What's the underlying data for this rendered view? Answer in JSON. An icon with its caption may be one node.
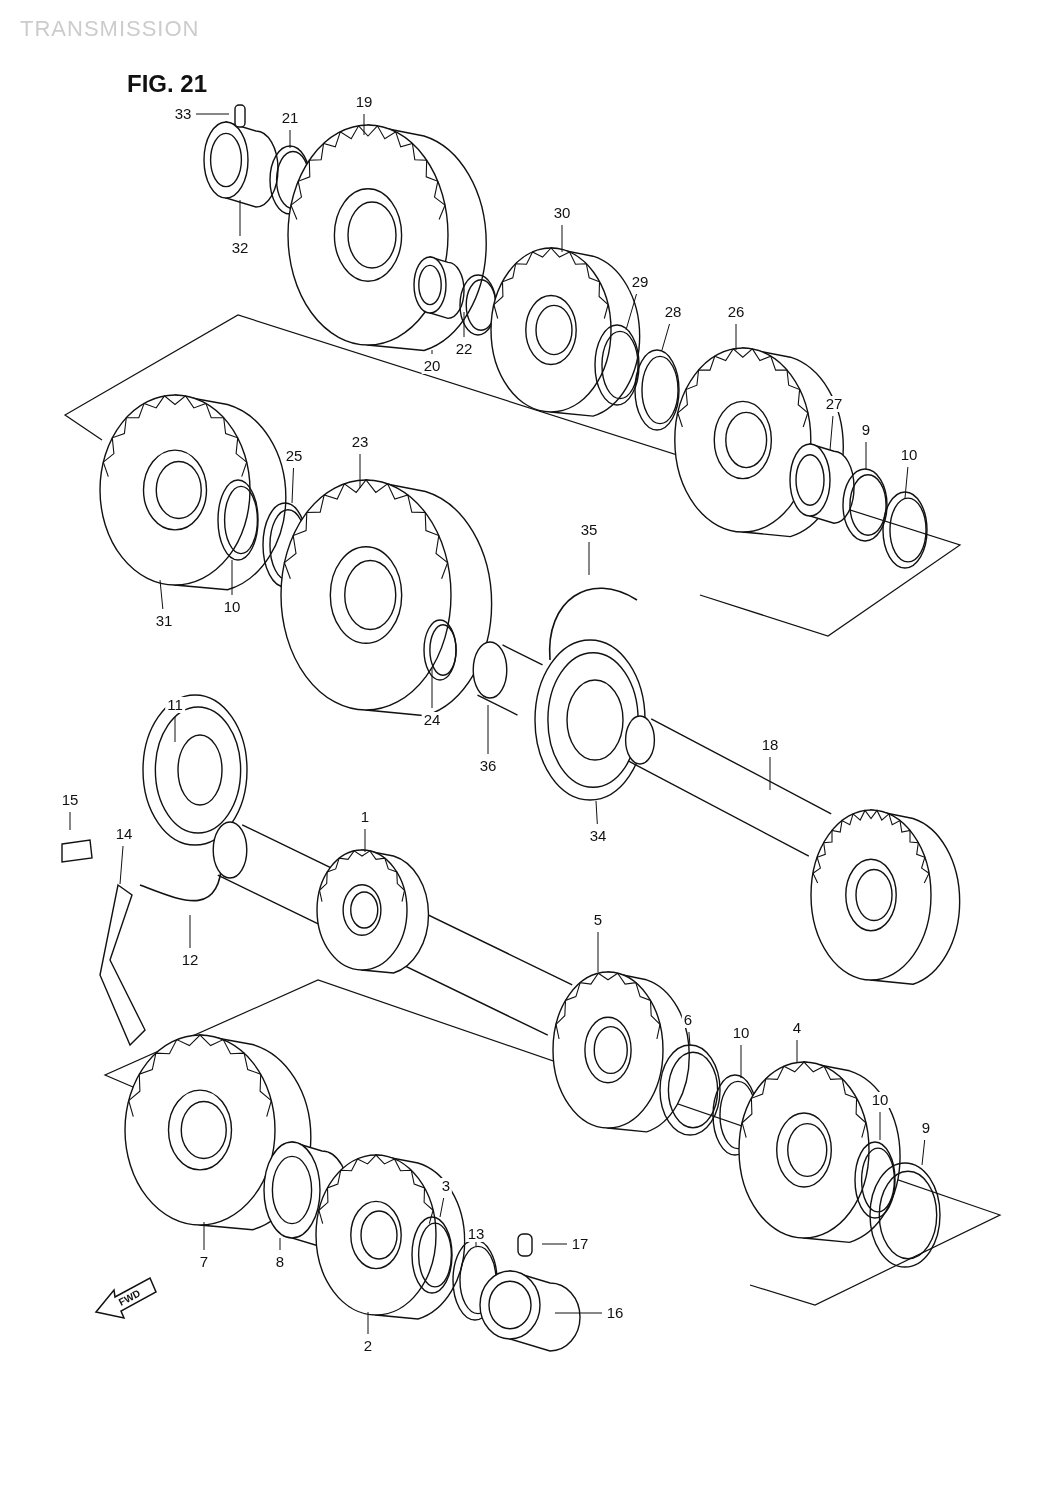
{
  "diagram": {
    "title": "TRANSMISSION",
    "nodes": [
      {
        "text": [
          "33"
        ]
      },
      {
        "text": [
          "21"
        ]
      },
      {
        "text": [
          "19"
        ]
      },
      {
        "text": [
          "32"
        ]
      },
      {
        "text": [
          "30"
        ]
      },
      {
        "text": [
          "20"
        ]
      },
      {
        "text": [
          "22"
        ]
      },
      {
        "text": [
          "29"
        ]
      },
      {
        "text": [
          "28"
        ]
      },
      {
        "text": [
          "26"
        ]
      },
      {
        "text": [
          "27"
        ]
      },
      {
        "text": [
          "9"
        ]
      },
      {
        "text": [
          "10"
        ]
      },
      {
        "text": [
          "25"
        ]
      },
      {
        "text": [
          "23"
        ]
      },
      {
        "text": [
          "31"
        ]
      },
      {
        "text": [
          "10"
        ]
      },
      {
        "text": [
          "35"
        ]
      },
      {
        "text": [
          "24"
        ]
      },
      {
        "text": [
          "36"
        ]
      },
      {
        "text": [
          "11"
        ]
      },
      {
        "text": [
          "18"
        ]
      },
      {
        "text": [
          "34"
        ]
      },
      {
        "text": [
          "15"
        ]
      },
      {
        "text": [
          "14"
        ]
      },
      {
        "text": [
          "1"
        ]
      },
      {
        "text": [
          "12"
        ]
      },
      {
        "text": [
          "5"
        ]
      },
      {
        "text": [
          "6"
        ]
      },
      {
        "text": [
          "10"
        ]
      },
      {
        "text": [
          "4"
        ]
      },
      {
        "text": [
          "10"
        ]
      },
      {
        "text": [
          "9"
        ]
      },
      {
        "text": [
          "3"
        ]
      },
      {
        "text": [
          "13"
        ]
      },
      {
        "text": [
          "17"
        ]
      },
      {
        "text": [
          "7"
        ]
      },
      {
        "text": [
          "8"
        ]
      },
      {
        "text": [
          "16"
        ]
      },
      {
        "text": [
          "2"
        ]
      }
    ],
    "edges": [
      {
        "from": 0,
        "to": null,
        "arrow": "none"
      },
      {
        "from": 1,
        "to": null,
        "arrow": "none"
      },
      {
        "from": 2,
        "to": null,
        "arrow": "none"
      },
      {
        "from": 3,
        "to": null,
        "arrow": "none"
      },
      {
        "from": 4,
        "to": null,
        "arrow": "none"
      },
      {
        "from": 5,
        "to": null,
        "arrow": "none"
      },
      {
        "from": 6,
        "to": null,
        "arrow": "none"
      },
      {
        "from": 7,
        "to": null,
        "arrow": "none"
      },
      {
        "from": 8,
        "to": null,
        "arrow": "none"
      },
      {
        "from": 9,
        "to": null,
        "arrow": "none"
      },
      {
        "from": 10,
        "to": null,
        "arrow": "none"
      },
      {
        "from": 11,
        "to": null,
        "arrow": "none"
      },
      {
        "from": 12,
        "to": null,
        "arrow": "none"
      },
      {
        "from": 13,
        "to": null,
        "arrow": "none"
      },
      {
        "from": 14,
        "to": null,
        "arrow": "none"
      },
      {
        "from": 15,
        "to": null,
        "arrow": "none"
      },
      {
        "from": 16,
        "to": null,
        "arrow": "none"
      },
      {
        "from": 17,
        "to": null,
        "arrow": "none"
      },
      {
        "from": 18,
        "to": null,
        "arrow": "none"
      },
      {
        "from": 19,
        "to": null,
        "arrow": "none"
      },
      {
        "from": 20,
        "to": null,
        "arrow": "none"
      },
      {
        "from": 21,
        "to": null,
        "arrow": "none"
      },
      {
        "from": 22,
        "to": null,
        "arrow": "none"
      },
      {
        "from": 23,
        "to": null,
        "arrow": "none"
      },
      {
        "from": 24,
        "to": null,
        "arrow": "none"
      },
      {
        "from": 25,
        "to": null,
        "arrow": "none"
      },
      {
        "from": 26,
        "to": null,
        "arrow": "none"
      },
      {
        "from": 27,
        "to": null,
        "arrow": "none"
      },
      {
        "from": 28,
        "to": null,
        "arrow": "none"
      },
      {
        "from": 29,
        "to": null,
        "arrow": "none"
      },
      {
        "from": 30,
        "to": null,
        "arrow": "none"
      },
      {
        "from": 31,
        "to": null,
        "arrow": "none"
      },
      {
        "from": 32,
        "to": null,
        "arrow": "none"
      },
      {
        "from": 33,
        "to": null,
        "arrow": "none"
      },
      {
        "from": 34,
        "to": null,
        "arrow": "none"
      },
      {
        "from": 35,
        "to": null,
        "arrow": "none"
      },
      {
        "from": 36,
        "to": null,
        "arrow": "none"
      },
      {
        "from": 37,
        "to": null,
        "arrow": "none"
      },
      {
        "from": 38,
        "to": null,
        "arrow": "none"
      },
      {
        "from": 39,
        "to": null,
        "arrow": "none"
      }
    ],
    "labels": [
      "FIG. 21",
      "FWD"
    ]
  }
}
